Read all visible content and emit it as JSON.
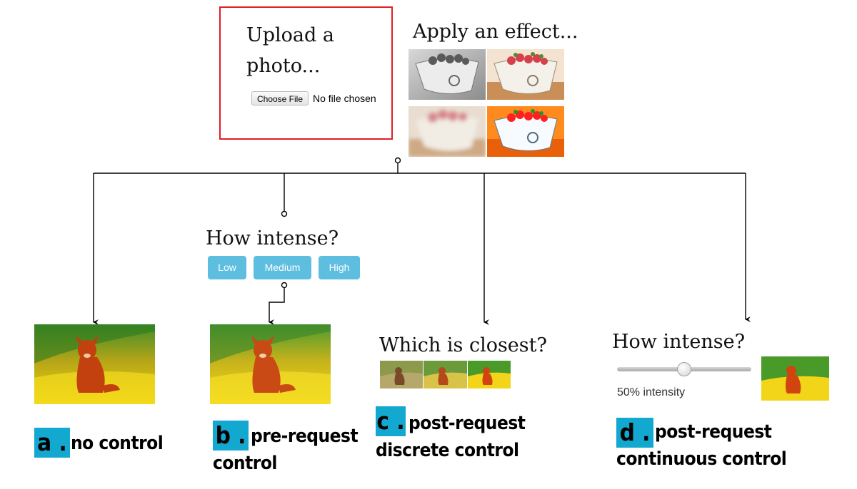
{
  "upload": {
    "title": "Upload a photo...",
    "choose_file_label": "Choose File",
    "file_status": "No file chosen"
  },
  "effects": {
    "title": "Apply an effect...",
    "thumbnails": [
      "grayscale",
      "original",
      "blur",
      "saturated"
    ]
  },
  "pre_request": {
    "question": "How intense?",
    "options": [
      "Low",
      "Medium",
      "High"
    ]
  },
  "closest": {
    "question": "Which is closest?"
  },
  "continuous": {
    "question": "How intense?",
    "slider_value": 50,
    "slider_label": "50% intensity"
  },
  "captions": {
    "a": {
      "letter": "a .",
      "text": "no control"
    },
    "b": {
      "letter": "b .",
      "line1": "pre-request",
      "line2": "control"
    },
    "c": {
      "letter": "c .",
      "line1": "post-request",
      "line2": "discrete control"
    },
    "d": {
      "letter": "d .",
      "line1": "post-request",
      "line2": "continuous control"
    }
  },
  "colors": {
    "upload_border": "#e21d25",
    "button_blue": "#5ebee0",
    "label_cyan": "#12a8cf"
  }
}
